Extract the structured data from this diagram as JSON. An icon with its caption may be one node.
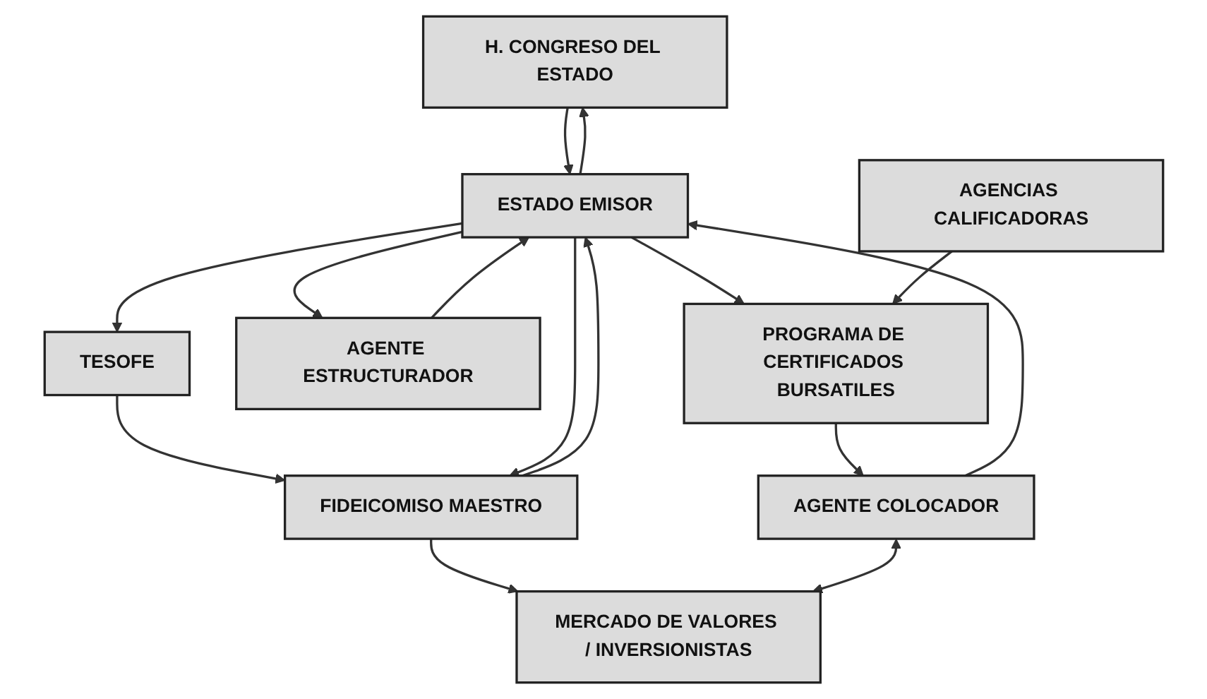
{
  "diagram": {
    "nodes": [
      {
        "text": [
          "H. CONGRESO DEL ESTADO"
        ]
      },
      {
        "text": [
          "TESOFE"
        ]
      },
      {
        "text": [
          "AGENTE ESTRUCTURADOR"
        ]
      },
      {
        "text": [
          "ESTADO EMISOR"
        ]
      },
      {
        "text": [
          "FIDEICOMISO MAESTRO"
        ]
      },
      {
        "text": [
          "AGENCIAS CALIFICADORAS"
        ]
      },
      {
        "text": [
          "PROGRAMA DE CERTIFICADOS BURSATILES"
        ]
      },
      {
        "text": [
          "AGENTE COLOCADOR"
        ]
      },
      {
        "text": [
          "MERCADO DE VALORES / INVERSIONISTAS"
        ]
      }
    ],
    "edges": [
      {
        "from": 3,
        "to": 0,
        "arrow": "to"
      },
      {
        "from": 0,
        "to": 3,
        "arrow": "to"
      },
      {
        "from": 3,
        "to": 1,
        "arrow": "to"
      },
      {
        "from": 1,
        "to": 4,
        "arrow": "to"
      },
      {
        "from": 3,
        "to": 2,
        "arrow": "to"
      },
      {
        "from": 2,
        "to": 3,
        "arrow": "to"
      },
      {
        "from": 3,
        "to": 4,
        "arrow": "to"
      },
      {
        "from": 4,
        "to": 3,
        "arrow": "to"
      },
      {
        "from": 3,
        "to": 6,
        "arrow": "to"
      },
      {
        "from": 5,
        "to": 6,
        "arrow": "to"
      },
      {
        "from": 6,
        "to": 7,
        "arrow": "to"
      },
      {
        "from": 7,
        "to": 3,
        "arrow": "to"
      },
      {
        "from": 4,
        "to": 8,
        "arrow": "to"
      },
      {
        "from": 7,
        "to": 8,
        "arrow": "both"
      }
    ]
  }
}
